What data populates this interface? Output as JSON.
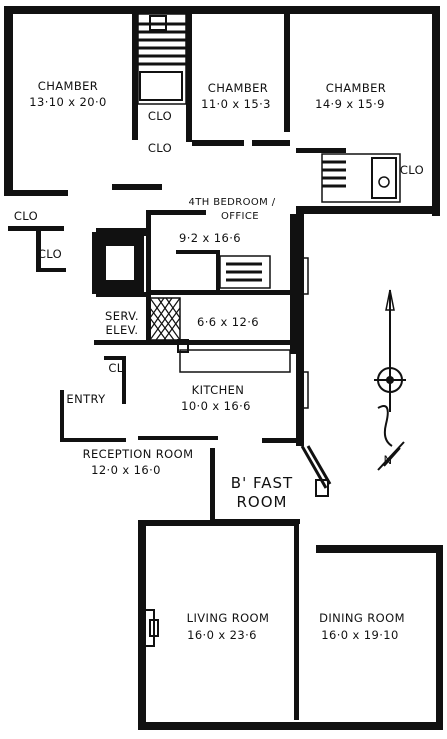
{
  "rooms": {
    "chamber_1": {
      "name": "CHAMBER",
      "dims": "13·10 x 20·0"
    },
    "chamber_2": {
      "name": "CHAMBER",
      "dims": "11·0 x 15·3"
    },
    "chamber_3": {
      "name": "CHAMBER",
      "dims": "14·9 x 15·9"
    },
    "bedroom4": {
      "name_line1": "4TH BEDROOM /",
      "name_line2": "OFFICE",
      "dims": "9·2 x 16·6"
    },
    "maid_room": {
      "dims": "6·6 x 12·6"
    },
    "kitchen": {
      "name": "KITCHEN",
      "dims": "10·0 x 16·6"
    },
    "reception": {
      "name": "RECEPTION ROOM",
      "dims": "12·0 x 16·0"
    },
    "bfast": {
      "name_line1": "B' FAST",
      "name_line2": "ROOM"
    },
    "living": {
      "name": "LIVING ROOM",
      "dims": "16·0 x 23·6"
    },
    "dining": {
      "name": "DINING ROOM",
      "dims": "16·0 x 19·10"
    },
    "entry": {
      "name": "ENTRY"
    }
  },
  "closets": {
    "clo_a": "CLO",
    "clo_b": "CLO",
    "clo_c": "CLO",
    "clo_d": "CLO",
    "clo_e": "CLO",
    "cl_kitchen": "CL"
  },
  "service_elevator": {
    "line1": "SERV.",
    "line2": "ELEV."
  },
  "compass": {
    "north": "N"
  }
}
